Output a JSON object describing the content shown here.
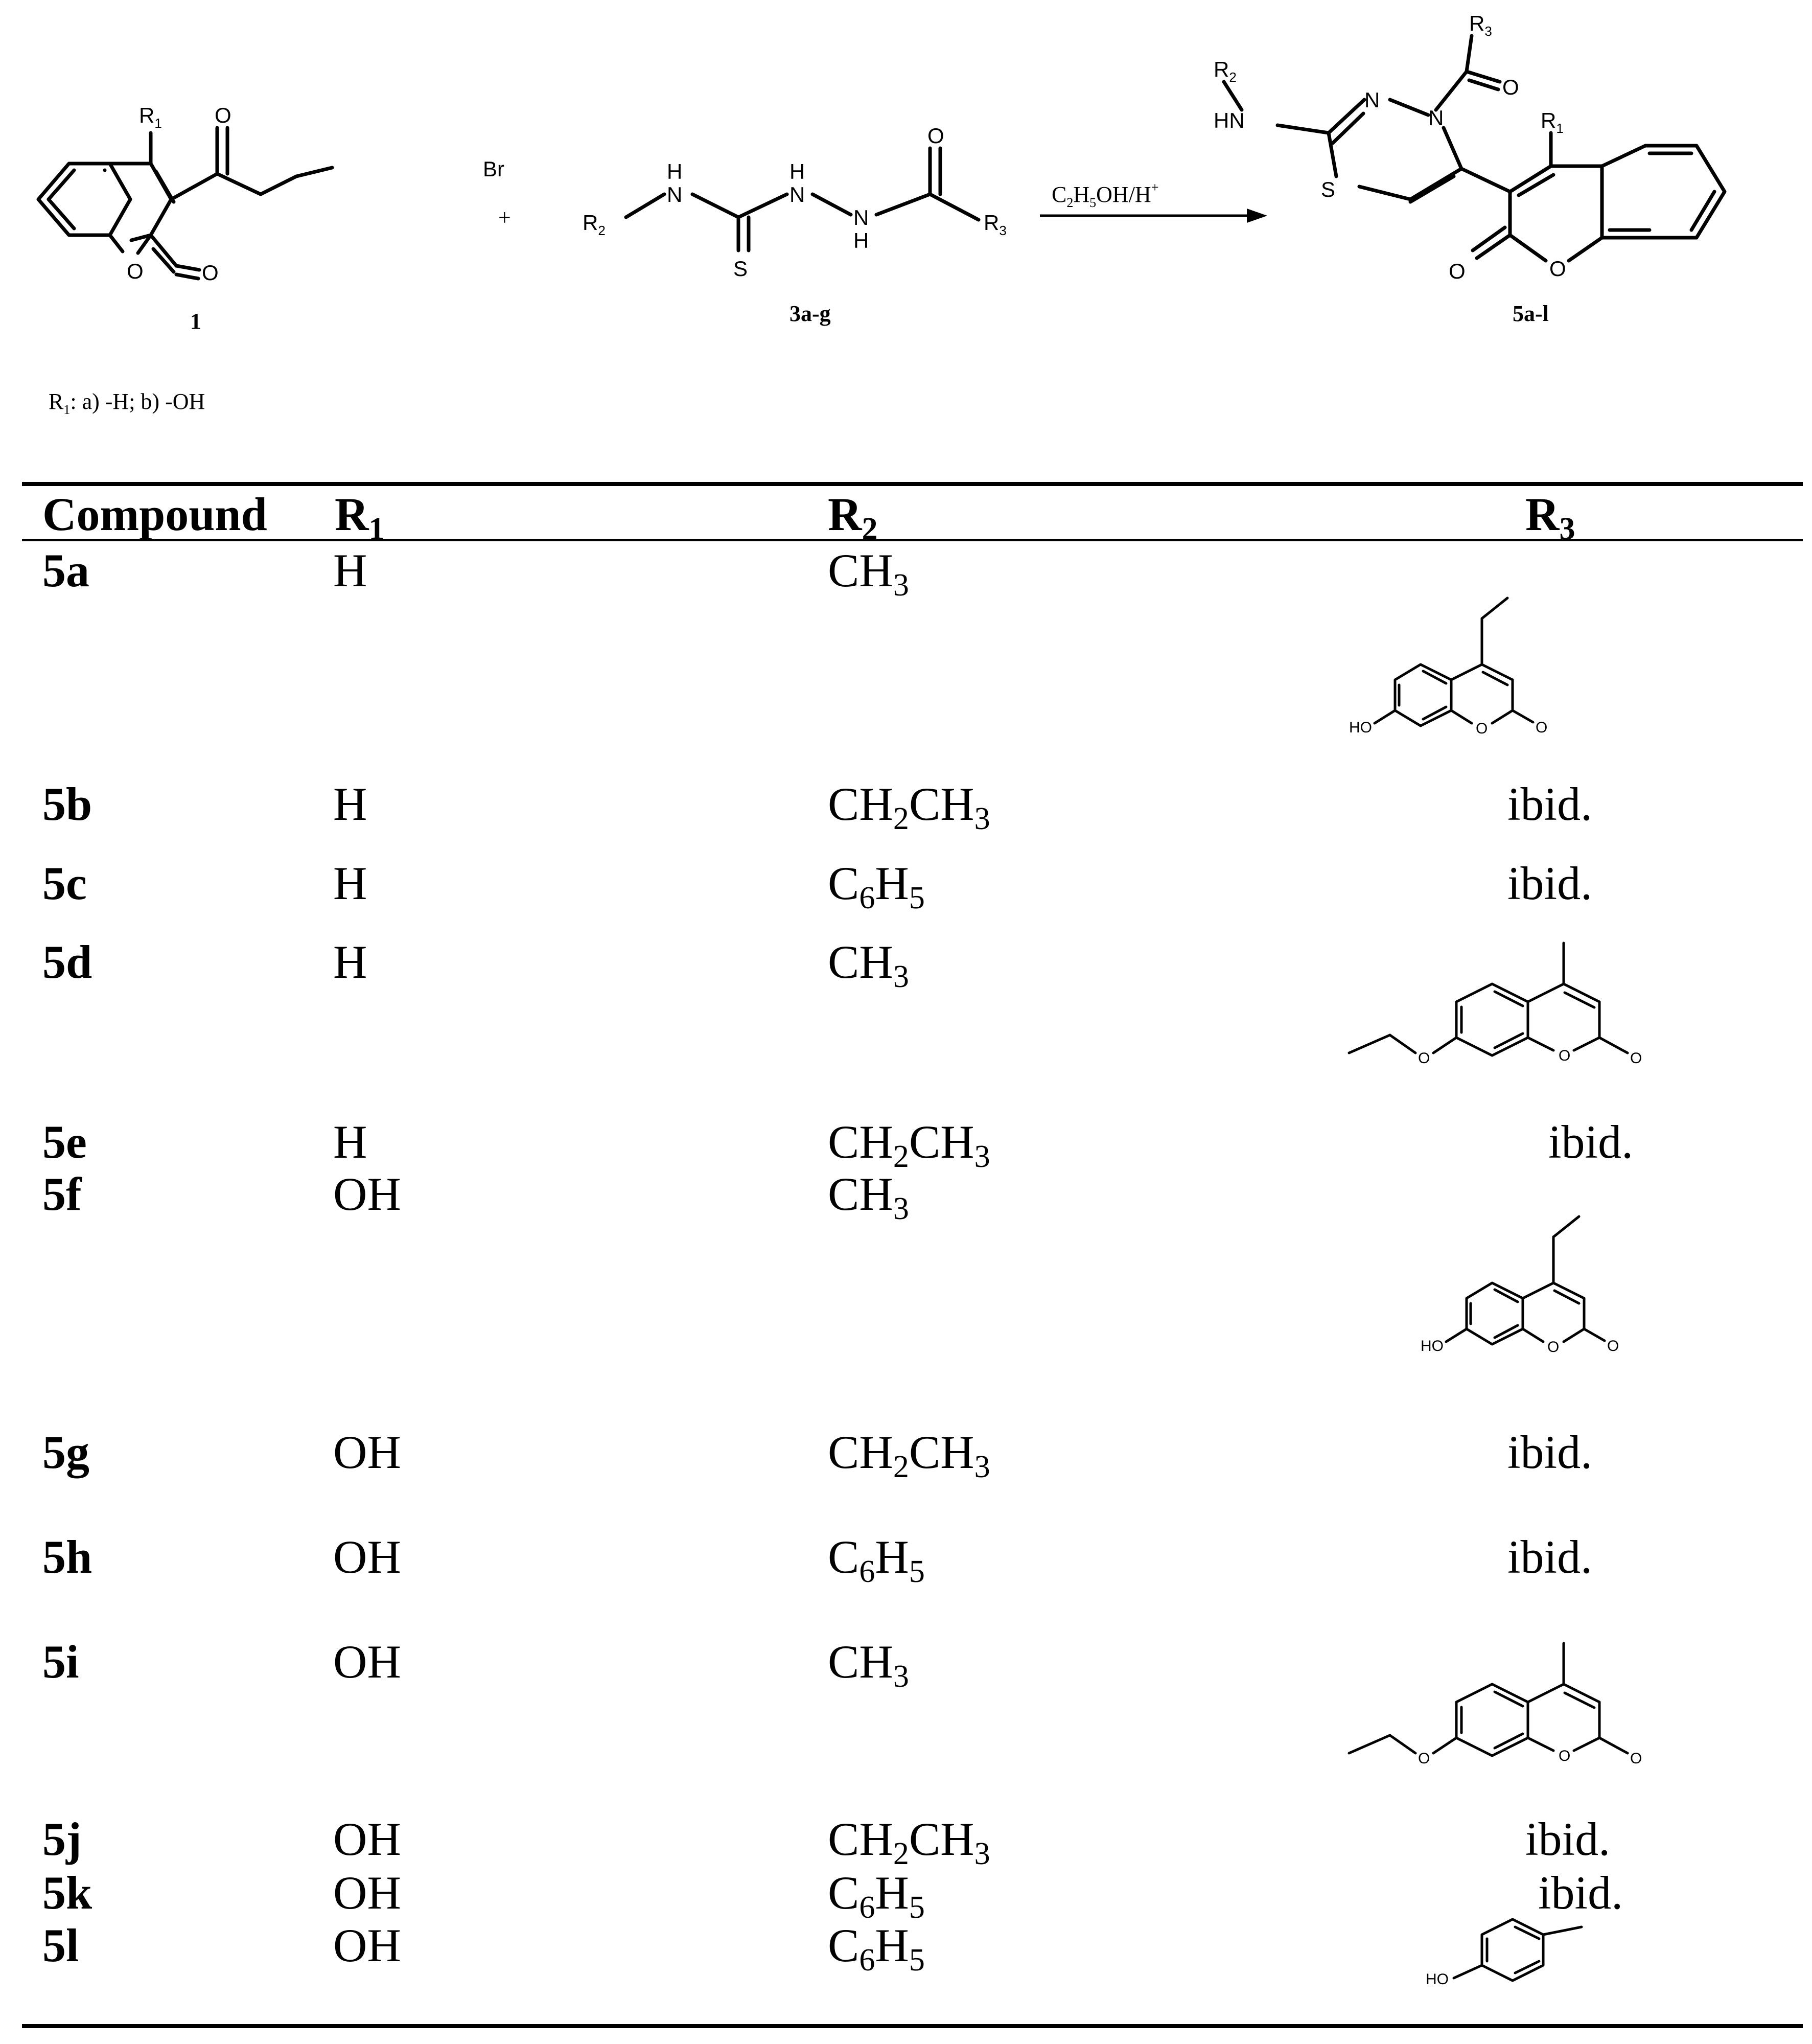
{
  "scheme": {
    "reactant1": {
      "label": "1",
      "substituent": "R1",
      "halogen": "Br"
    },
    "plus": "+",
    "reactant2": {
      "label": "3a-g",
      "r2": "R2",
      "r3": "R3"
    },
    "conditions": {
      "main": "C2H5OH/H",
      "superscript": "+"
    },
    "product": {
      "label": "5a-l",
      "r1": "R1",
      "r2": "R2",
      "r3": "R3"
    },
    "r1_definition": {
      "text": ": a) -H; b) -OH"
    }
  },
  "table": {
    "headers": {
      "compound": "Compound",
      "r1": "R1",
      "r2": "R2",
      "r3": "R3"
    },
    "rows": [
      {
        "compound": "5a",
        "r1": "H",
        "r2": "CH3",
        "r3": "7-hydroxy-4-ethylcoumarin structure"
      },
      {
        "compound": "5b",
        "r1": "H",
        "r2": "CH2CH3",
        "r3": "ibid."
      },
      {
        "compound": "5c",
        "r1": "H",
        "r2": "C6H5",
        "r3": "ibid."
      },
      {
        "compound": "5d",
        "r1": "H",
        "r2": "CH3",
        "r3": "7-ethoxy-4-methylcoumarin structure"
      },
      {
        "compound": "5e",
        "r1": "H",
        "r2": "CH2CH3",
        "r3": "ibid."
      },
      {
        "compound": "5f",
        "r1": "OH",
        "r2": "CH3",
        "r3": "7-hydroxy-4-ethylcoumarin structure"
      },
      {
        "compound": "5g",
        "r1": "OH",
        "r2": "CH2CH3",
        "r3": "ibid."
      },
      {
        "compound": "5h",
        "r1": "OH",
        "r2": "C6H5",
        "r3": "ibid."
      },
      {
        "compound": "5i",
        "r1": "OH",
        "r2": "CH3",
        "r3": "7-ethoxy-4-methylcoumarin structure"
      },
      {
        "compound": "5j",
        "r1": "OH",
        "r2": "CH2CH3",
        "r3": "ibid."
      },
      {
        "compound": "5k",
        "r1": "OH",
        "r2": "C6H5",
        "r3": "ibid."
      },
      {
        "compound": "5l",
        "r1": "OH",
        "r2": "C6H5",
        "r3": "4-hydroxyphenyl structure"
      }
    ],
    "structure_labels": {
      "hydroxy": "HO",
      "ring_oxygen": "O",
      "carbonyl_oxygen": "O"
    }
  }
}
